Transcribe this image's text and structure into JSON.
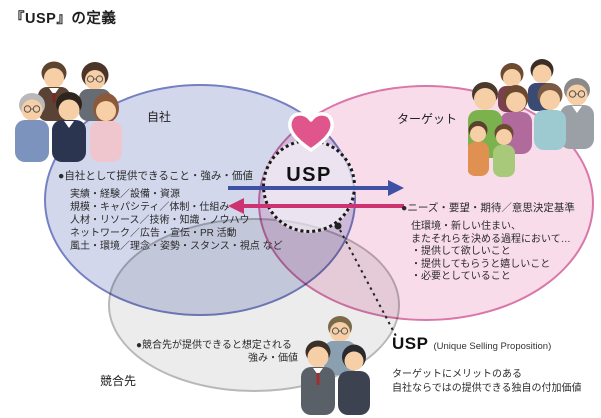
{
  "title": "『USP』の定義",
  "company": {
    "label": "自社",
    "bullet": "●自社として提供できること・強み・価値",
    "details": [
      "実績・経験／設備・資源",
      "規模・キャパシティ／体制・仕組み",
      "人材・リソース／技術・知識・ノウハウ",
      "ネットワーク／広告・宣伝・PR 活動",
      "風土・環境／理念・姿勢・スタンス・視点 など"
    ]
  },
  "target": {
    "label": "ターゲット",
    "bullet": "●ニーズ・要望・期待／意思決定基準",
    "details": [
      "住環境・新しい住まい、",
      "またそれらを決める過程において…",
      "・提供して欲しいこと",
      "・提供してもらうと嬉しいこと",
      "・必要としていること"
    ]
  },
  "competitor": {
    "label": "競合先",
    "bullet_line1": "●競合先が提供できると想定される",
    "bullet_line2": "強み・価値"
  },
  "usp": {
    "label": "USP"
  },
  "definition": {
    "acronym": "USP",
    "expansion": "(Unique Selling Proposition)",
    "lines": [
      "ターゲットにメリットのある",
      "自社ならではの提供できる独自の付加価値"
    ]
  },
  "icons": {
    "heart": "♥"
  },
  "colors": {
    "company_fill": "#d3d7ec",
    "company_border": "#7480c0",
    "target_fill": "#f8dcea",
    "target_border": "#d977ab",
    "competitor_fill": "#ececec",
    "competitor_border": "#b8b8b8",
    "arrow_forward": "#3f51a5",
    "arrow_back": "#cc3370",
    "heart": "#e0558c"
  }
}
